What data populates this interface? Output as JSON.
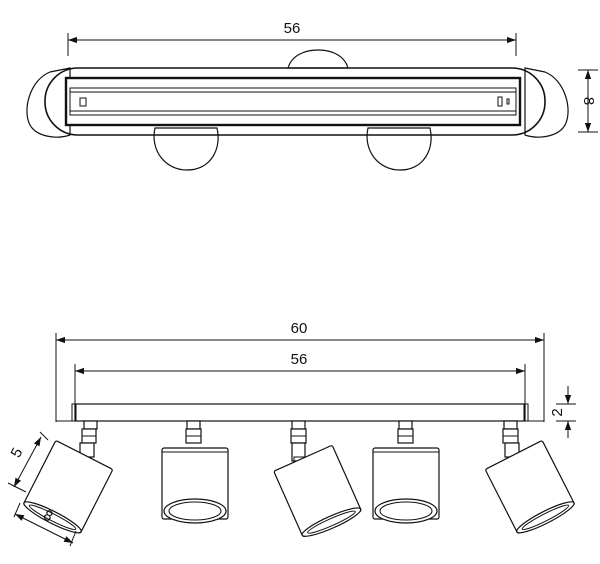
{
  "top_view": {
    "width_dim": "56",
    "height_dim": "8"
  },
  "front_view": {
    "overall_dim": "60",
    "mount_dim": "56",
    "base_height_dim": "2",
    "shade_height_dim": "5",
    "shade_width_dim": "8"
  }
}
